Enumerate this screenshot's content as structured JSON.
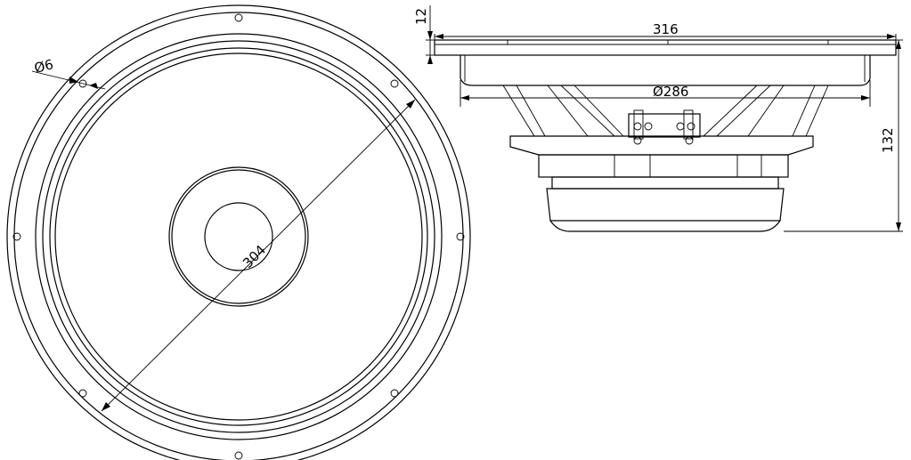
{
  "drawing": {
    "front_view": {
      "hole_diameter_label": "Ø6",
      "frame_diameter_label": "304"
    },
    "side_view": {
      "frame_width_label": "316",
      "cone_diameter_label": "Ø286",
      "total_depth_label": "132",
      "flange_thickness_label": "12"
    }
  }
}
